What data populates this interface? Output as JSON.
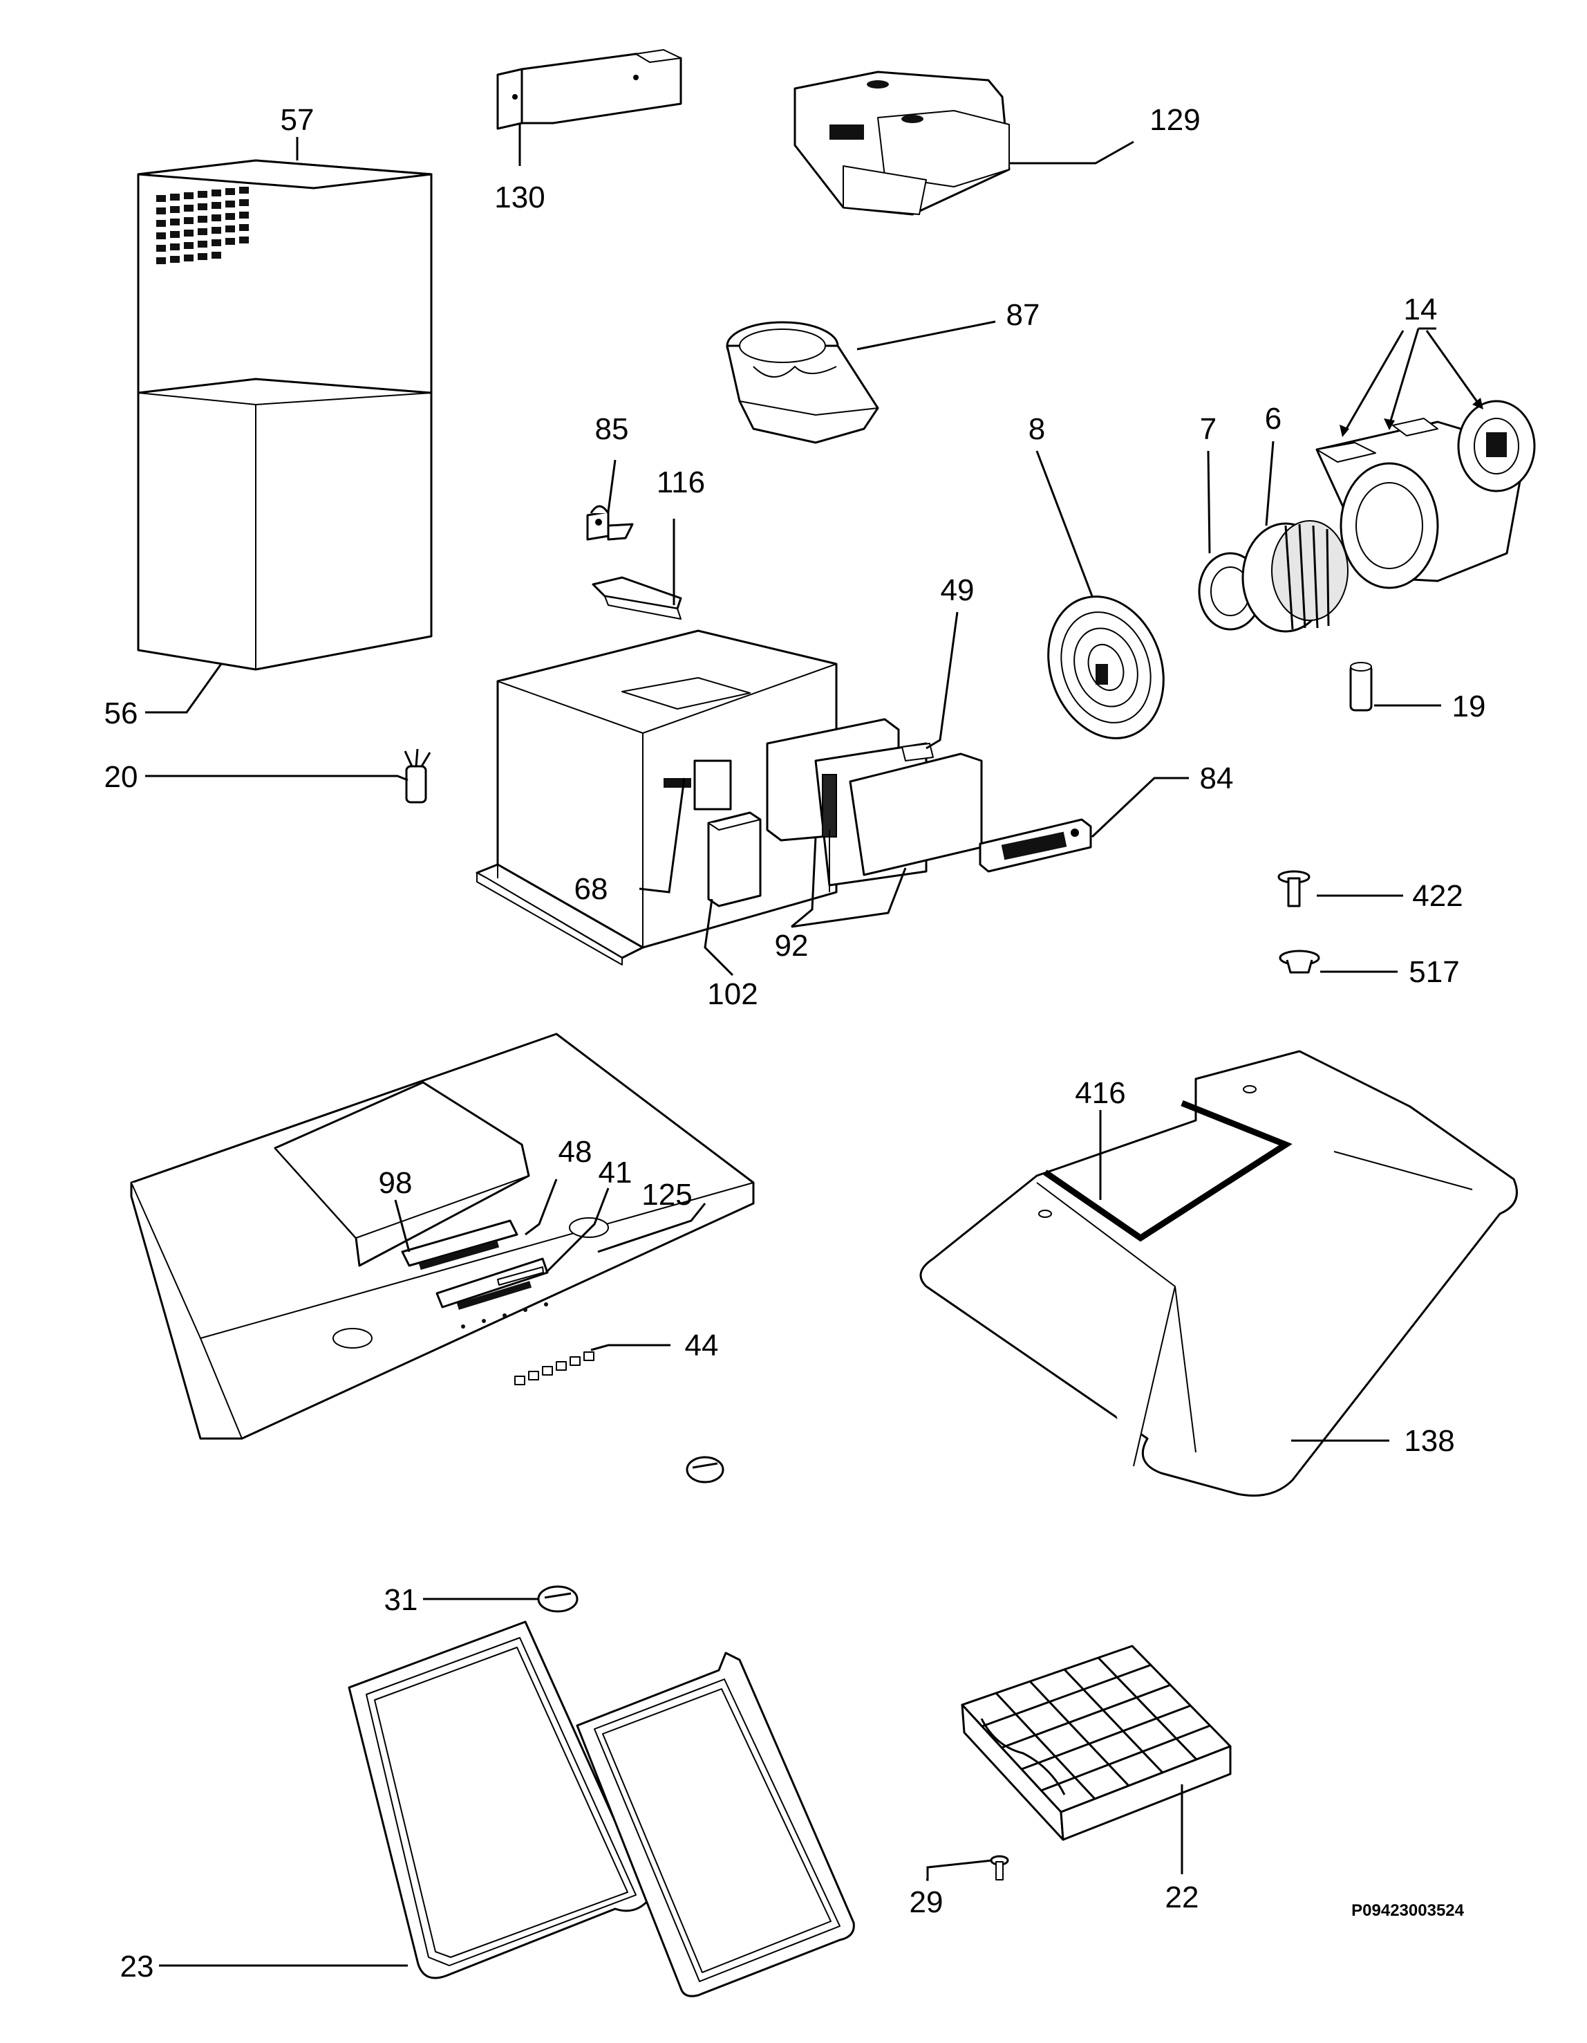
{
  "drawing_code": "P09423003524",
  "parts": {
    "p57": "57",
    "p130": "130",
    "p129": "129",
    "p87": "87",
    "p14": "14",
    "p85": "85",
    "p116": "116",
    "p8": "8",
    "p7": "7",
    "p6": "6",
    "p49": "49",
    "p56": "56",
    "p19": "19",
    "p20": "20",
    "p84": "84",
    "p68": "68",
    "p422": "422",
    "p92": "92",
    "p517": "517",
    "p102": "102",
    "p416": "416",
    "p48": "48",
    "p98": "98",
    "p41": "41",
    "p125": "125",
    "p44": "44",
    "p138": "138",
    "p31": "31",
    "p29": "29",
    "p22": "22",
    "p23": "23"
  }
}
